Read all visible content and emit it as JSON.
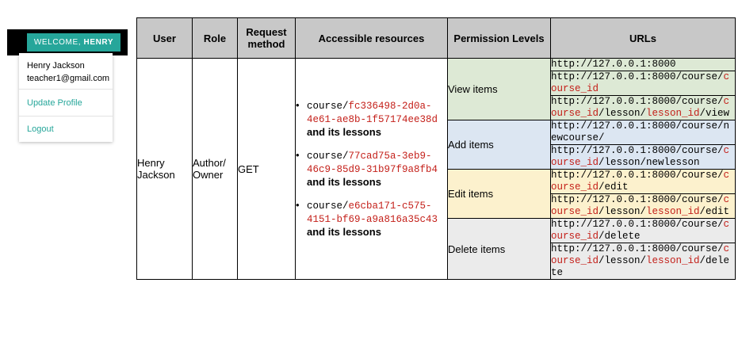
{
  "user_menu": {
    "welcome_prefix": "WELCOME, ",
    "welcome_name": "HENRY",
    "full_name": "Henry Jackson",
    "email": "teacher1@gmail.com",
    "update_profile": "Update Profile",
    "logout": "Logout"
  },
  "table": {
    "headers": [
      "User",
      "Role",
      "Request method",
      "Accessible resources",
      "Permission Levels",
      "URLs"
    ],
    "user": "Henry Jackson",
    "role": "Author/ Owner",
    "method": "GET",
    "resources": [
      {
        "prefix": "course/",
        "id": "fc336498-2d0a-4e61-ae8b-1f57174ee38d",
        "suffix": " and its lessons"
      },
      {
        "prefix": "course/",
        "id": "77cad75a-3eb9-46c9-85d9-31b97f9a8fb4",
        "suffix": " and its lessons"
      },
      {
        "prefix": "course/",
        "id": "e6cba171-c575-4151-bf69-a9a816a35c43",
        "suffix": " and its lessons"
      }
    ],
    "permissions": [
      {
        "label": "View items",
        "urls": [
          [
            {
              "t": "http://127.0.0.1:8000"
            }
          ],
          [
            {
              "t": "http://127.0.0.1:8000/course/"
            },
            {
              "t": "course_id",
              "r": true
            }
          ],
          [
            {
              "t": "http://127.0.0.1:8000/course/"
            },
            {
              "t": "course_id",
              "r": true
            },
            {
              "t": "/lesson/"
            },
            {
              "t": "lesson_id",
              "r": true
            },
            {
              "t": "/view"
            }
          ]
        ]
      },
      {
        "label": "Add items",
        "urls": [
          [
            {
              "t": "http://127.0.0.1:8000/course/newcourse/"
            }
          ],
          [
            {
              "t": "http://127.0.0.1:8000/course/"
            },
            {
              "t": "course_id",
              "r": true
            },
            {
              "t": "/lesson/newlesson"
            }
          ]
        ]
      },
      {
        "label": "Edit items",
        "urls": [
          [
            {
              "t": "http://127.0.0.1:8000/course/"
            },
            {
              "t": "course_id",
              "r": true
            },
            {
              "t": "/edit"
            }
          ],
          [
            {
              "t": "http://127.0.0.1:8000/course/"
            },
            {
              "t": "course_id",
              "r": true
            },
            {
              "t": "/lesson/"
            },
            {
              "t": "lesson_id",
              "r": true
            },
            {
              "t": "/edit"
            }
          ]
        ]
      },
      {
        "label": "Delete items",
        "urls": [
          [
            {
              "t": "http://127.0.0.1:8000/course/"
            },
            {
              "t": "course_id",
              "r": true
            },
            {
              "t": "/delete"
            }
          ],
          [
            {
              "t": "http://127.0.0.1:8000/course/"
            },
            {
              "t": "course_id",
              "r": true
            },
            {
              "t": "/lesson/"
            },
            {
              "t": "lesson_id",
              "r": true
            },
            {
              "t": "/delete"
            }
          ]
        ]
      }
    ],
    "colors": {
      "view": "#dde9d5",
      "add": "#dce6f2",
      "edit": "#fcf1cd",
      "delete": "#ebebeb",
      "id_red": "#c4201a",
      "accent": "#26a69a"
    }
  }
}
